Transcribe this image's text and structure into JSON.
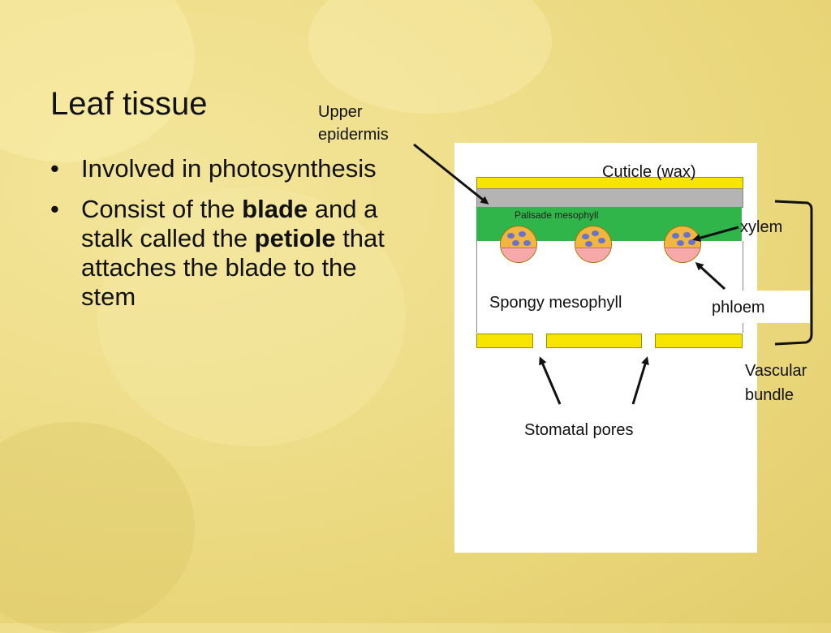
{
  "slide": {
    "title": "Leaf tissue",
    "bullet1": "Involved in photosynthesis",
    "bullet2_before_blade": "Consist of the ",
    "bullet2_blade": "blade",
    "bullet2_middle": " and a stalk called the ",
    "bullet2_petiole": "petiole",
    "bullet2_after": " that attaches the blade to the stem"
  },
  "diagram": {
    "upper_epidermis_line1": "Upper",
    "upper_epidermis_line2": "epidermis",
    "cuticle": "Cuticle (wax)",
    "palisade": "Palisade mesophyll",
    "xylem": "xylem",
    "phloem": "phloem",
    "spongy": "Spongy mesophyll",
    "vascular_line1": "Vascular",
    "vascular_line2": "bundle",
    "stomatal": "Stomatal pores"
  },
  "colors": {
    "cuticle": "#f7e400",
    "epidermis": "#b4b4b4",
    "palisade": "#2fb54a",
    "cell_top": "#f2b640",
    "cell_bottom": "#f7a9a9",
    "chloroplast": "#6a73c9"
  }
}
